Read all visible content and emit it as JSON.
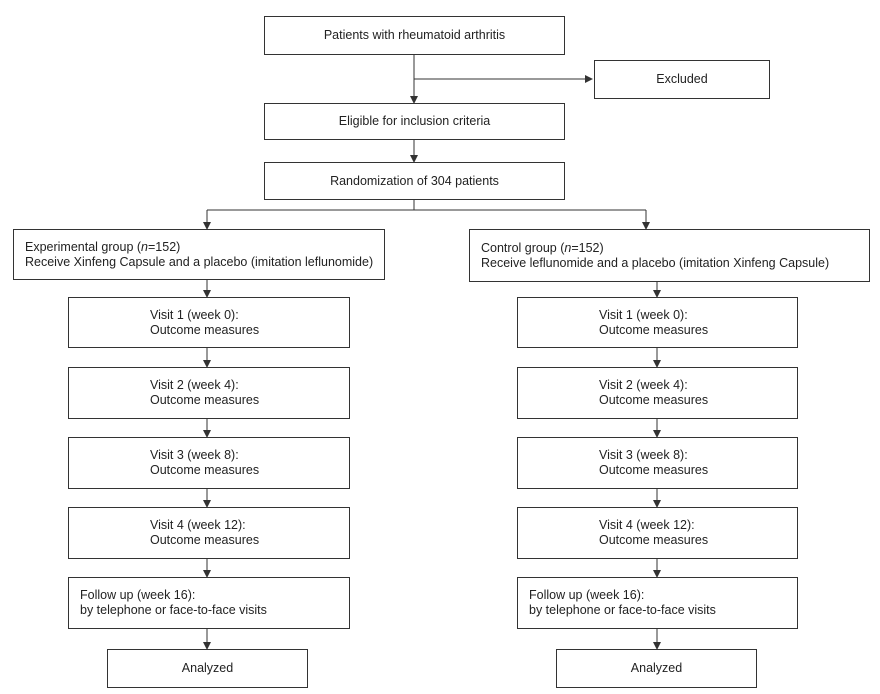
{
  "top": {
    "patients": "Patients with rheumatoid arthritis",
    "excluded": "Excluded",
    "eligible": "Eligible for inclusion criteria",
    "randomization": "Randomization of 304 patients"
  },
  "experimental": {
    "title_prefix": "Experimental group (",
    "title_n": "n",
    "title_suffix": "=152)",
    "treatment": "Receive Xinfeng Capsule and a placebo (imitation leflunomide)",
    "visits": [
      {
        "label": "Visit 1 (week 0):",
        "detail": "Outcome measures"
      },
      {
        "label": "Visit 2 (week 4):",
        "detail": "Outcome measures"
      },
      {
        "label": "Visit 3 (week 8):",
        "detail": "Outcome measures"
      },
      {
        "label": "Visit 4 (week 12):",
        "detail": "Outcome measures"
      }
    ],
    "follow_up": {
      "label": "Follow up (week 16):",
      "detail": "by telephone or face-to-face visits"
    },
    "analyzed": "Analyzed"
  },
  "control": {
    "title_prefix": "Control group (",
    "title_n": "n",
    "title_suffix": "=152)",
    "treatment": "Receive leflunomide and a placebo (imitation Xinfeng Capsule)",
    "visits": [
      {
        "label": "Visit 1 (week 0):",
        "detail": "Outcome measures"
      },
      {
        "label": "Visit 2 (week 4):",
        "detail": "Outcome measures"
      },
      {
        "label": "Visit 3 (week 8):",
        "detail": "Outcome measures"
      },
      {
        "label": "Visit 4 (week 12):",
        "detail": "Outcome measures"
      }
    ],
    "follow_up": {
      "label": "Follow up (week 16):",
      "detail": "by telephone or face-to-face visits"
    },
    "analyzed": "Analyzed"
  }
}
